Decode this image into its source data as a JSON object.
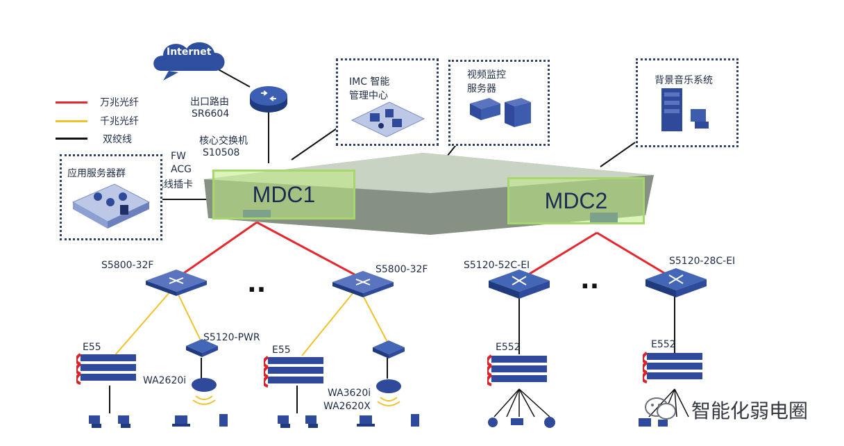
{
  "internet": "Internet",
  "legend": [
    {
      "label": "万兆光纤",
      "color": "#e8262d"
    },
    {
      "label": "千兆光纤",
      "color": "#f1c12a"
    },
    {
      "label": "双绞线",
      "color": "#111111"
    }
  ],
  "router": {
    "name": "出口路由",
    "model": "SR6604"
  },
  "core": {
    "name": "核心交换机",
    "model": "S10508"
  },
  "cards": {
    "fw": "FW",
    "acg": "ACG",
    "wireless": "无线插卡"
  },
  "app_server": "应用服务器群",
  "imc": {
    "line1": "IMC 智能",
    "line2": "管理中心"
  },
  "video": {
    "line1": "视频监控",
    "line2": "服务器"
  },
  "music": "背景音乐系统",
  "mdc1": "MDC1",
  "mdc2": "MDC2",
  "agg": [
    "S5800-32F",
    "S5800-32F",
    "S5120-52C-EI",
    "S5120-28C-EI"
  ],
  "access": {
    "e55_a": "E55",
    "s5120pwr": "S5120-PWR",
    "wa2620i": "WA2620i",
    "e55_b": "E55",
    "wa3620i": "WA3620i",
    "wa2620x": "WA2620X",
    "e552_a": "E552",
    "e552_b": "E552"
  },
  "ellipsis": "..",
  "watermark": "智能化弱电圈",
  "colors": {
    "ten_gig": "#e8262d",
    "gig": "#f1c12a",
    "twisted": "#111111",
    "border": "#2e3f69",
    "device": "#2f4a9a"
  }
}
